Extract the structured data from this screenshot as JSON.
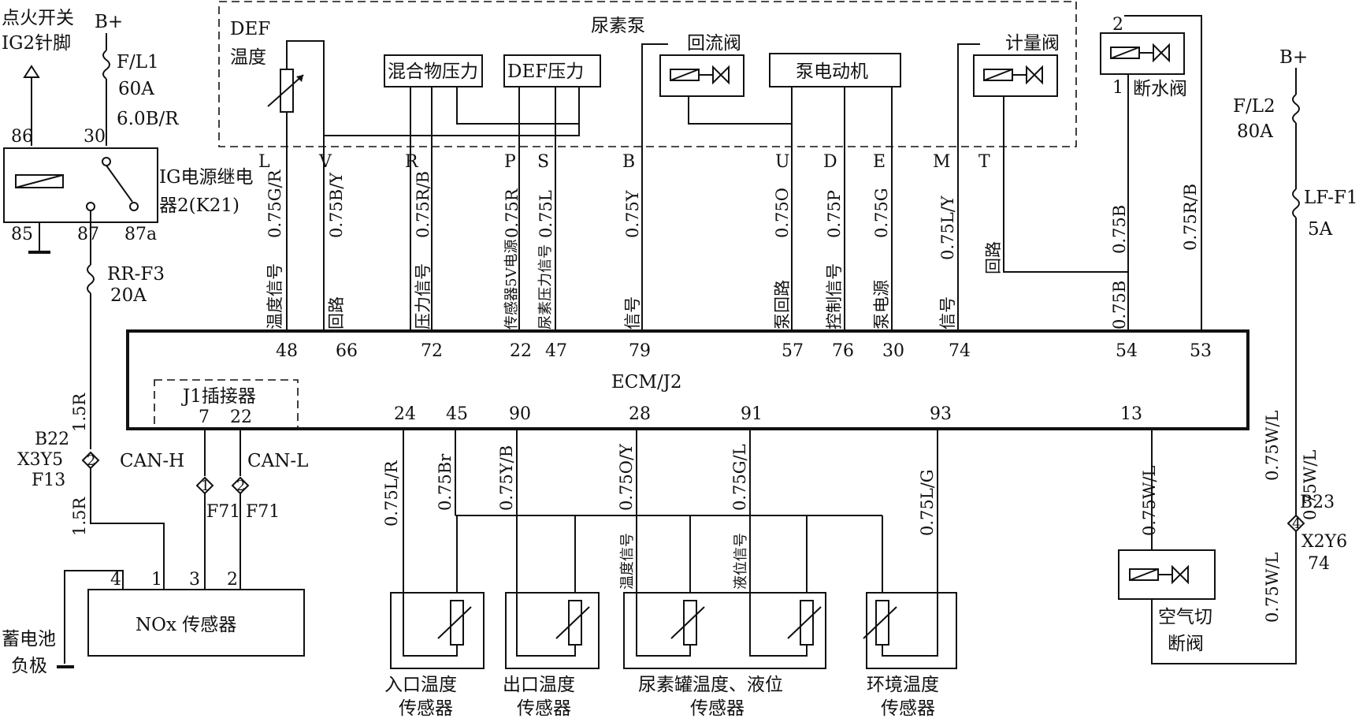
{
  "ignition": {
    "line1": "点火开关",
    "line2": "IG2针脚"
  },
  "bplus_left": "B+",
  "bplus_right": "B+",
  "fuse_fl1": {
    "name": "F/L1",
    "rating": "60A",
    "wire": "6.0B/R"
  },
  "fuse_fl2": {
    "name": "F/L2",
    "rating": "80A"
  },
  "fuse_lf": {
    "name": "LF-F1",
    "rating": "5A"
  },
  "fuse_rr": {
    "name": "RR-F3",
    "rating": "20A"
  },
  "relay": {
    "name_line1": "IG电源继电",
    "name_line2": "器2(K21)",
    "pin86": "86",
    "pin30": "30",
    "pin85": "85",
    "pin87": "87",
    "pin87a": "87a"
  },
  "left_wire": {
    "upper": "1.5R",
    "lower": "1.5R",
    "conn_num": "2",
    "conn_line1": "B22",
    "conn_line2": "X3Y5",
    "conn_line3": "F13"
  },
  "pump": {
    "title": "尿素泵",
    "def_temp_line1": "DEF",
    "def_temp_line2": "温度",
    "mix_pressure": "混合物压力",
    "def_pressure": "DEF压力",
    "return_valve": "回流阀",
    "motor": "泵电动机",
    "metering_valve": "计量阀"
  },
  "shutoff_valve": {
    "label": "断水阀",
    "pin_top": "2",
    "pin_bottom": "1"
  },
  "ecm": {
    "name": "ECM/J2",
    "j1_label": "J1插接器",
    "j1_pin_a": "7",
    "j1_pin_b": "22"
  },
  "top_wires": [
    {
      "letter": "L",
      "wire": "0.75G/R",
      "desc": "温度信号",
      "pin": "48"
    },
    {
      "letter": "V",
      "wire": "0.75B/Y",
      "desc": "回路",
      "pin": "66"
    },
    {
      "letter": "R",
      "wire": "0.75R/B",
      "desc": "压力信号",
      "pin": "72"
    },
    {
      "letter": "P",
      "wire": "0.75R",
      "desc": "传感器5V电源",
      "pin": "22"
    },
    {
      "letter": "S",
      "wire": "0.75L",
      "desc": "尿素压力信号",
      "pin": "47"
    },
    {
      "letter": "B",
      "wire": "0.75Y",
      "desc": "信号",
      "pin": "79"
    },
    {
      "letter": "U",
      "wire": "0.75O",
      "desc": "泵回路",
      "pin": "57"
    },
    {
      "letter": "D",
      "wire": "0.75P",
      "desc": "控制信号",
      "pin": "76"
    },
    {
      "letter": "E",
      "wire": "0.75G",
      "desc": "泵电源",
      "pin": "30"
    },
    {
      "letter": "M",
      "wire": "0.75L/Y",
      "desc": "信号",
      "pin": "74"
    },
    {
      "letter": "T",
      "wire": "",
      "desc": "回路",
      "pin": ""
    },
    {
      "letter": "",
      "wire": "0.75B",
      "desc": "",
      "pin": "54",
      "wire2": "0.75B"
    },
    {
      "letter": "",
      "wire": "0.75R/B",
      "desc": "",
      "pin": "53"
    }
  ],
  "bottom_wires": [
    {
      "pin": "24",
      "wire": "0.75L/R"
    },
    {
      "pin": "45",
      "wire": "0.75Br"
    },
    {
      "pin": "90",
      "wire": "0.75Y/B"
    },
    {
      "pin": "28",
      "wire": "0.75O/Y",
      "desc": "温度信号"
    },
    {
      "pin": "91",
      "wire": "0.75G/L",
      "desc": "液位信号"
    },
    {
      "pin": "93",
      "wire": "0.75L/G"
    },
    {
      "pin": "13",
      "wire": "0.75W/L"
    }
  ],
  "can": {
    "h": "CAN-H",
    "l": "CAN-L",
    "conn_h": "1",
    "conn_l": "2",
    "f_h": "F71",
    "f_l": "F71"
  },
  "nox": {
    "label": "NOx 传感器",
    "pin4": "4",
    "pin1": "1",
    "pin3": "3",
    "pin2": "2"
  },
  "battery": {
    "line1": "蓄电池",
    "line2": "负极"
  },
  "sensors": [
    {
      "line1": "入口温度",
      "line2": "传感器"
    },
    {
      "line1": "出口温度",
      "line2": "传感器"
    },
    {
      "line1": "尿素罐温度、液位",
      "line2": "传感器"
    },
    {
      "line1": "环境温度",
      "line2": "传感器"
    }
  ],
  "air_valve": {
    "line1": "空气切",
    "line2": "断阀"
  },
  "right_wire": {
    "upper": "0.75W/L",
    "mid": "0.75W/L",
    "lower": "0.75W/L",
    "conn_num": "4",
    "conn_line1": "B23",
    "conn_line2": "X2Y6",
    "conn_line3": "74"
  }
}
